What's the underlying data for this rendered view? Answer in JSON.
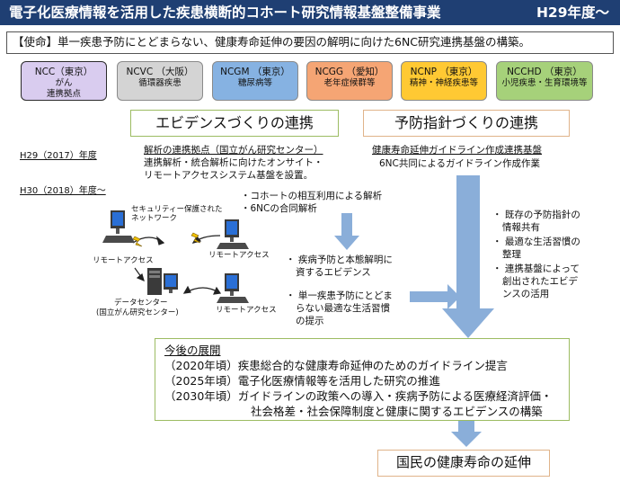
{
  "title": {
    "main": "電子化医療情報を活用した疾患横断的コホート研究情報基盤整備事業",
    "year": "H29年度～"
  },
  "mission": "【使命】単一疾患予防にとどまらない、健康寿命延伸の要因の解明に向けた6NC研究連携基盤の構築。",
  "institutions": [
    {
      "name": "NCC（東京）",
      "sub1": "がん",
      "sub2": "連携拠点",
      "color": "#d9ccef",
      "border": "#2b2b2b"
    },
    {
      "name": "NCVC （大阪）",
      "sub1": "循環器疾患",
      "sub2": "",
      "color": "#d4d4d4",
      "border": "#8a8a8a"
    },
    {
      "name": "NCGM （東京）",
      "sub1": "糖尿病等",
      "sub2": "",
      "color": "#86b2e2",
      "border": "#8a8a8a"
    },
    {
      "name": "NCGG （愛知）",
      "sub1": "老年症候群等",
      "sub2": "",
      "color": "#f5a574",
      "border": "#8a8a8a"
    },
    {
      "name": "NCNP （東京）",
      "sub1": "精神・神経疾患等",
      "sub2": "",
      "color": "#ffc933",
      "border": "#8a8a8a"
    },
    {
      "name": "NCCHD （東京）",
      "sub1": "小児疾患・生育環境等",
      "sub2": "",
      "color": "#a6d17a",
      "border": "#8a8a8a"
    }
  ],
  "headers": {
    "left": "エビデンスづくりの連携",
    "right": "予防指針づくりの連携"
  },
  "years": {
    "h29": "H29（2017）年度",
    "h30": "H30（2018）年度～"
  },
  "left": {
    "line1": "解析の連携拠点（国立がん研究センター）",
    "line2": "連携解析・統合解析に向けたオンサイト・",
    "line3": "リモートアクセスシステム基盤を設置。",
    "bullet1": "・コホートの相互利用による解析",
    "bullet2": "・6NCの合同解析",
    "outcome1a": "・ 疾病予防と本態解明に",
    "outcome1b": "資するエビデンス",
    "outcome2a": "・ 単一疾患予防にとどま",
    "outcome2b": "らない最適な生活習慣",
    "outcome2c": "の提示"
  },
  "network": {
    "secure_a": "セキュリティー保護された",
    "secure_b": "ネットワーク",
    "remote": "リモートアクセス",
    "dc_a": "データセンター",
    "dc_b": "(国立がん研究センター)"
  },
  "right": {
    "line1": "健康寿命延伸ガイドライン作成連携基盤",
    "line2": "6NC共同によるガイドライン作成作業",
    "b1a": "・ 既存の予防指針の",
    "b1b": "情報共有",
    "b2a": "・ 最適な生活習慣の",
    "b2b": "整理",
    "b3a": "・ 連携基盤によって",
    "b3b": "創出されたエビデ",
    "b3c": "ンスの活用"
  },
  "future": {
    "heading": "今後の展開",
    "l1": "（2020年頃）疾患総合的な健康寿命延伸のためのガイドライン提言",
    "l2": "（2025年頃）電子化医療情報等を活用した研究の推進",
    "l3": "（2030年頃）ガイドラインの政策への導入・疾病予防による医療経済評価・",
    "l4": "社会格差・社会保障制度と健康に関するエビデンスの構築"
  },
  "goal": "国民の健康寿命の延伸",
  "colors": {
    "title_bg": "#1f3f73",
    "arrow": "#8aaed9",
    "left_header_border": "#9cbc62",
    "right_header_border": "#e0b38a"
  }
}
